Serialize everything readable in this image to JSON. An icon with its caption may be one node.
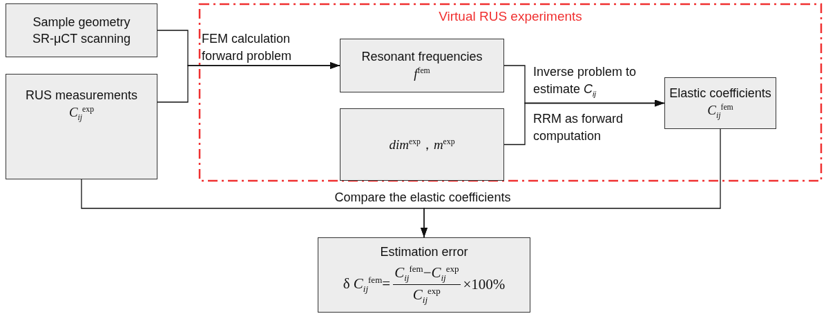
{
  "diagram": {
    "nodes": [
      {
        "text": [
          "Virtual RUS experiments"
        ]
      },
      {
        "text": [
          "Sample geometry SR-μCT scanning"
        ]
      },
      {
        "text": [
          "RUS measurements",
          "*C*$_{ij}$$^{exp}$"
        ]
      },
      {
        "text": [
          "Resonant frequencies",
          "*f*$^{fem}$"
        ],
        "in": 0
      },
      {
        "text": [
          "*dim*$^{exp}$，*m*$^{exp}$"
        ],
        "in": 0
      },
      {
        "text": [
          "Elastic coefficients",
          "*C*$_{ij}$$^{fem}$"
        ],
        "in": 0
      },
      {
        "text": [
          "Estimation error",
          "δ *C*$_{ij}$$^{fem}$=",
          "*C*$_{ij}$$^{fem}$−*C*$_{ij}$$^{exp}$",
          "*C*$_{ij}$$^{exp}$",
          "×100%"
        ]
      }
    ],
    "edges": [
      {
        "from": 1,
        "to": 3,
        "arrow": "to",
        "label": "FEM calculation forward problem"
      },
      {
        "from": 2,
        "to": 3,
        "arrow": "to"
      },
      {
        "from": 3,
        "to": 5,
        "arrow": "to",
        "label": "Inverse problem to estimate *C*$_{ij}$"
      },
      {
        "from": 4,
        "to": 5,
        "arrow": "to",
        "label": "RRM as forward computation"
      },
      {
        "from": 2,
        "to": 6,
        "arrow": "to",
        "label": "Compare the elastic coefficients"
      },
      {
        "from": 5,
        "to": 6,
        "arrow": "to"
      }
    ]
  }
}
